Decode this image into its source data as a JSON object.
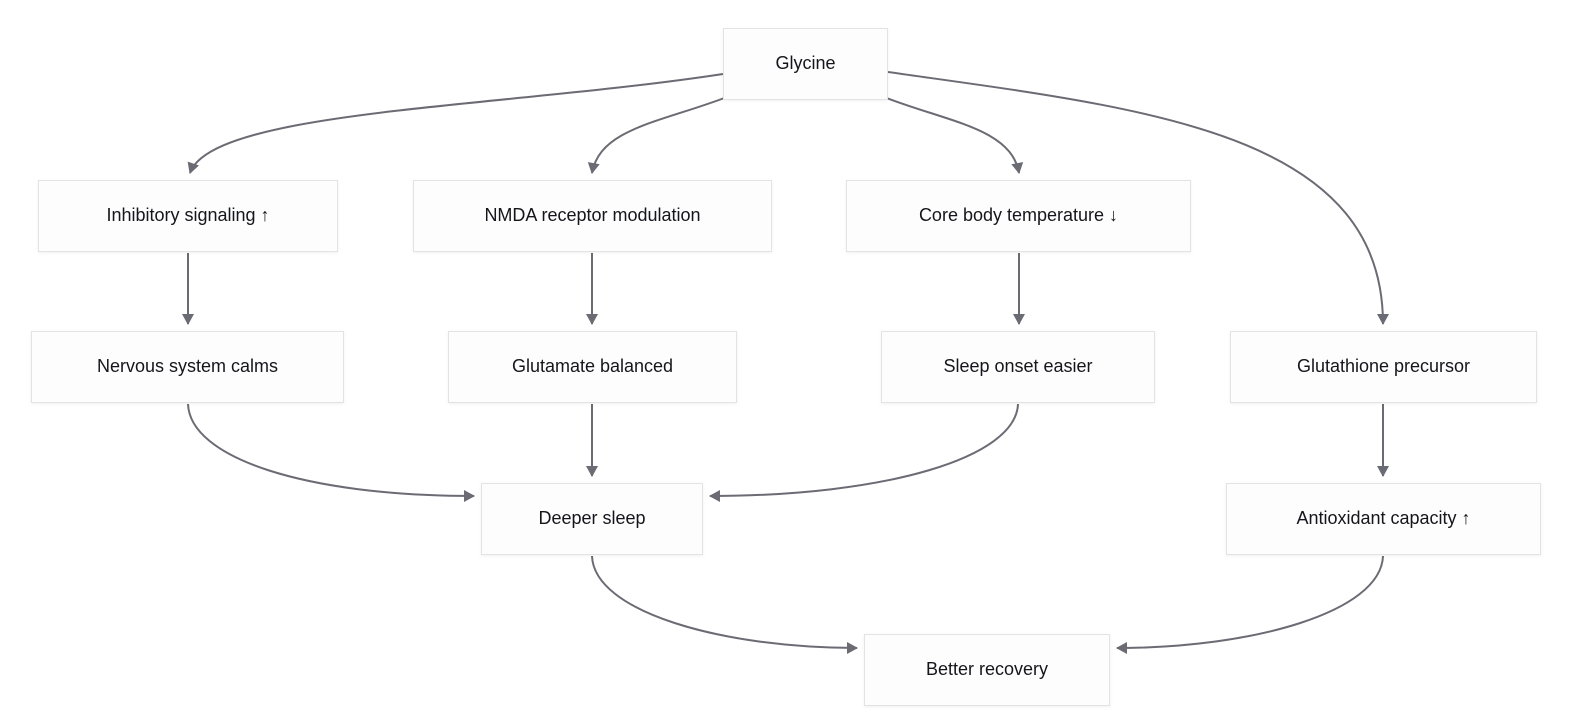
{
  "diagram": {
    "type": "flowchart",
    "title": "Glycine effects flowchart",
    "colors": {
      "background": "#ffffff",
      "node_fill": "#fdfdfd",
      "node_border": "#e3e3e3",
      "edge": "#6b6b74",
      "text": "#15151c"
    },
    "nodes": [
      {
        "id": "glycine",
        "label": "Glycine"
      },
      {
        "id": "inhibitory-signaling",
        "label": "Inhibitory signaling ↑"
      },
      {
        "id": "nmda-receptor-modulation",
        "label": "NMDA receptor modulation"
      },
      {
        "id": "core-body-temperature",
        "label": "Core body temperature ↓"
      },
      {
        "id": "nervous-system-calms",
        "label": "Nervous system calms"
      },
      {
        "id": "glutamate-balanced",
        "label": "Glutamate balanced"
      },
      {
        "id": "sleep-onset-easier",
        "label": "Sleep onset easier"
      },
      {
        "id": "glutathione-precursor",
        "label": "Glutathione precursor"
      },
      {
        "id": "deeper-sleep",
        "label": "Deeper sleep"
      },
      {
        "id": "antioxidant-capacity",
        "label": "Antioxidant capacity ↑"
      },
      {
        "id": "better-recovery",
        "label": "Better recovery"
      }
    ],
    "edges": [
      {
        "from": "glycine",
        "to": "inhibitory-signaling"
      },
      {
        "from": "glycine",
        "to": "nmda-receptor-modulation"
      },
      {
        "from": "glycine",
        "to": "core-body-temperature"
      },
      {
        "from": "glycine",
        "to": "glutathione-precursor"
      },
      {
        "from": "inhibitory-signaling",
        "to": "nervous-system-calms"
      },
      {
        "from": "nmda-receptor-modulation",
        "to": "glutamate-balanced"
      },
      {
        "from": "core-body-temperature",
        "to": "sleep-onset-easier"
      },
      {
        "from": "glutathione-precursor",
        "to": "antioxidant-capacity"
      },
      {
        "from": "nervous-system-calms",
        "to": "deeper-sleep"
      },
      {
        "from": "glutamate-balanced",
        "to": "deeper-sleep"
      },
      {
        "from": "sleep-onset-easier",
        "to": "deeper-sleep"
      },
      {
        "from": "deeper-sleep",
        "to": "better-recovery"
      },
      {
        "from": "antioxidant-capacity",
        "to": "better-recovery"
      }
    ]
  }
}
